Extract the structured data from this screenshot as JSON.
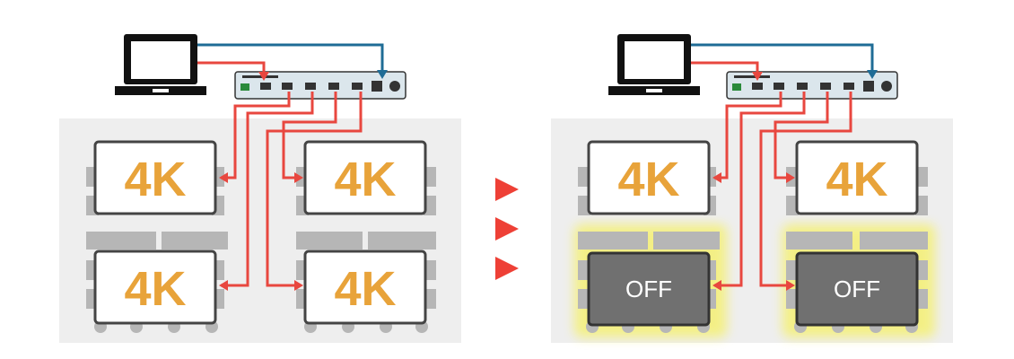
{
  "colors": {
    "room": "#eeeeee",
    "furniture": "#b6b6b6",
    "wire_red": "#e8473f",
    "wire_blue": "#1f6c96",
    "accent_4k": "#e8a33a",
    "off_screen": "#707070",
    "glow": "#f4f07a",
    "switcher": "#dbe6ec",
    "arrow": "#ee4036"
  },
  "before": {
    "displays": [
      {
        "label": "4K"
      },
      {
        "label": "4K"
      },
      {
        "label": "4K"
      },
      {
        "label": "4K"
      }
    ]
  },
  "after": {
    "displays": [
      {
        "label": "4K",
        "state": "on"
      },
      {
        "label": "4K",
        "state": "on"
      },
      {
        "label": "OFF",
        "state": "off"
      },
      {
        "label": "OFF",
        "state": "off"
      }
    ]
  },
  "transition": {
    "arrow_icon": "play-triangle-icon",
    "count": 3
  }
}
